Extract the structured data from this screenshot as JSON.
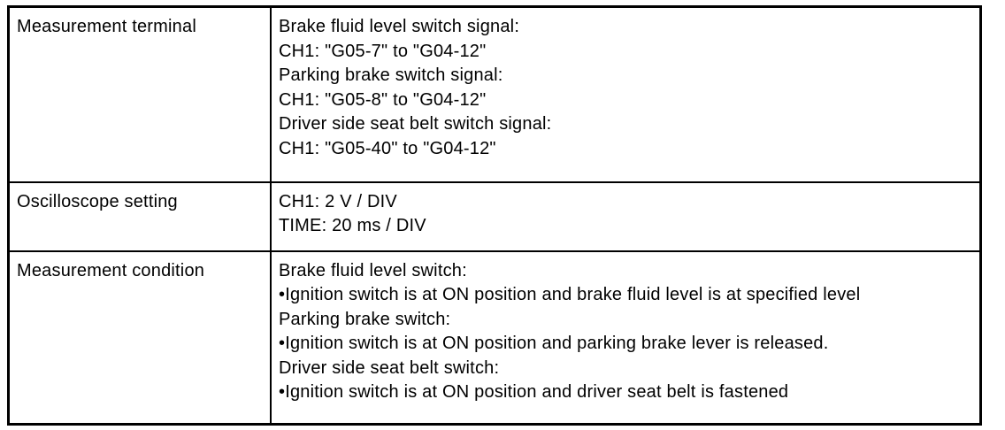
{
  "colors": {
    "border": "#000000",
    "text": "#000000",
    "background": "#ffffff"
  },
  "table": {
    "rows": [
      {
        "label": "Measurement terminal",
        "lines": [
          "Brake fluid level switch signal:",
          "CH1: \"G05-7\" to \"G04-12\"",
          "Parking brake switch signal:",
          "CH1: \"G05-8\" to \"G04-12\"",
          "Driver side seat belt switch signal:",
          "CH1: \"G05-40\" to \"G04-12\""
        ]
      },
      {
        "label": "Oscilloscope setting",
        "lines": [
          "CH1: 2 V / DIV",
          "TIME: 20 ms / DIV"
        ]
      },
      {
        "label": "Measurement condition",
        "lines": [
          "Brake fluid level switch:",
          "•Ignition switch is at ON position and brake fluid level is at specified level",
          "Parking brake switch:",
          "•Ignition switch is at ON position and parking brake lever is released.",
          "Driver side seat belt switch:",
          "•Ignition switch is at ON position and driver seat belt is fastened"
        ]
      }
    ]
  }
}
